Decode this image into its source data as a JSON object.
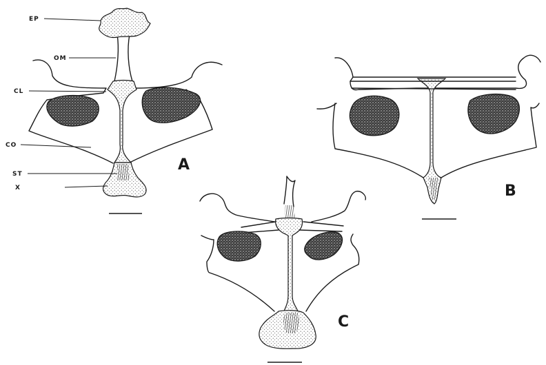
{
  "structure_labels": {
    "ep": "EP",
    "om": "OM",
    "cl": "CL",
    "co": "CO",
    "st": "ST",
    "x": "X"
  },
  "panel_labels": {
    "a": "A",
    "b": "B",
    "c": "C"
  }
}
